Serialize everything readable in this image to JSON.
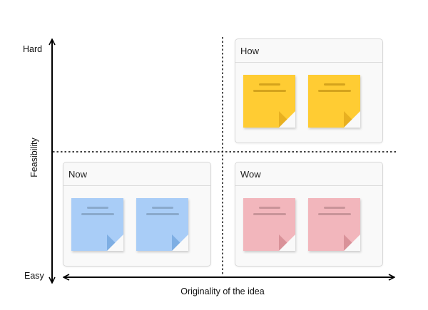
{
  "axes": {
    "y_top_label": "Hard",
    "y_bottom_label": "Easy",
    "y_title": "Feasibility",
    "x_title": "Originality of the idea"
  },
  "quadrants": {
    "how": {
      "title": "How",
      "note_count": 2,
      "note_color": "#ffcc33",
      "fold_color": "#e8b020",
      "line_color": "#d4a31c"
    },
    "now": {
      "title": "Now",
      "note_count": 2,
      "note_color": "#a9cdf7",
      "fold_color": "#7eaee3",
      "line_color": "#8aa9cc"
    },
    "wow": {
      "title": "Wow",
      "note_count": 2,
      "note_color": "#f2b6bc",
      "fold_color": "#d99299",
      "line_color": "#c99499"
    }
  }
}
